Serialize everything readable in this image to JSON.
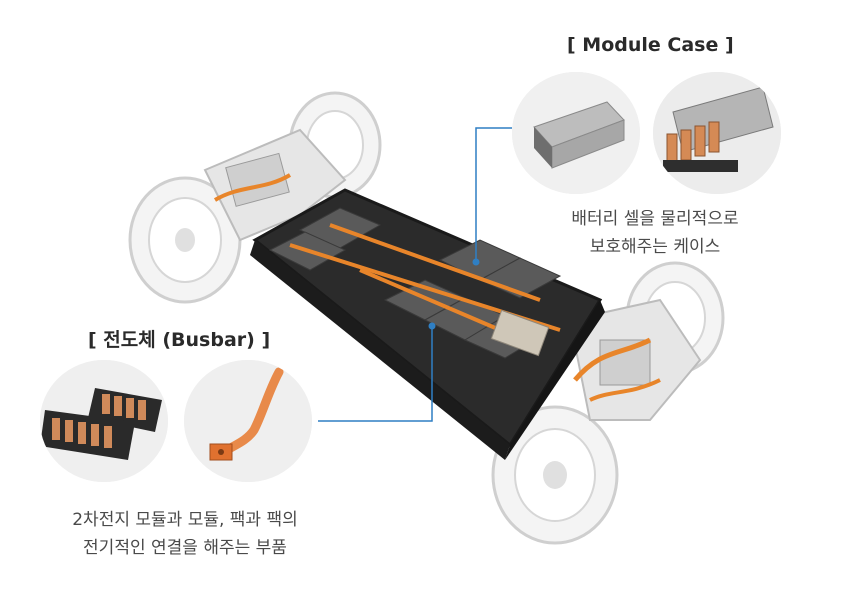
{
  "module_case": {
    "title": "[ Module Case ]",
    "description_line1": "배터리 셀을 물리적으로",
    "description_line2": "보호해주는 케이스"
  },
  "busbar": {
    "title": "[ 전도체 (Busbar) ]",
    "description_line1": "2차전지 모듈과 모듈, 팩과 팩의",
    "description_line2": "전기적인 연결을 해주는 부품"
  },
  "colors": {
    "accent_orange": "#e8852a",
    "leader_line": "#2f7fc4",
    "chassis_dark": "#2b2b2b",
    "frame_grey": "#d9d9d9"
  }
}
